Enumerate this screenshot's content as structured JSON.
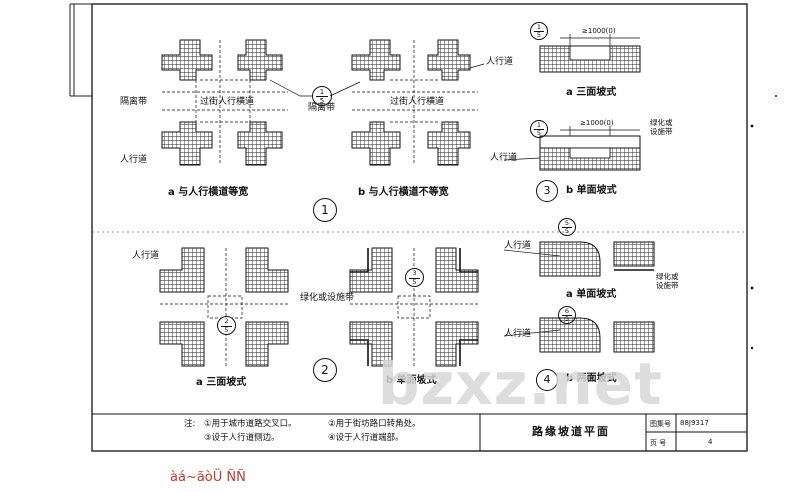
{
  "labels": {
    "sidewalk": "人行道",
    "median": "隔离带",
    "crosswalk": "过街人行横道",
    "greenbelt_left": "绿化或设施带",
    "greenbelt_right": "绿化或\n设施带",
    "dim": "≥1000(0)"
  },
  "refs": {
    "one_five_a": {
      "top": "1",
      "bottom": "5"
    },
    "one_five_b": {
      "top": "1",
      "bottom": "5"
    },
    "one_five_c": {
      "top": "1",
      "bottom": "5"
    },
    "three_five": {
      "top": "3",
      "bottom": "5"
    },
    "two_five": {
      "top": "2",
      "bottom": "5"
    },
    "five_five": {
      "top": "5",
      "bottom": "5"
    },
    "six_five": {
      "top": "6",
      "bottom": "5"
    }
  },
  "captions": {
    "p1a": "a 与人行横道等宽",
    "p1b": "b 与人行横道不等宽",
    "p3a": "a 三面坡式",
    "p3b": "b 单面坡式",
    "p2a": "a 三面坡式",
    "p2b": "b 单面坡式",
    "p4a": "a 单面坡式",
    "p4b": "b 两面坡式"
  },
  "numbers": {
    "n1": "1",
    "n2": "2",
    "n3": "3",
    "n4": "4"
  },
  "notes": {
    "prefix": "注:",
    "n1": "①用于城市道路交叉口。",
    "n2": "②用于街坊路口转角处。",
    "n3": "③设于人行道侧边。",
    "n4": "④设于人行道端部。"
  },
  "title_block": {
    "title": "路缘坡道平面",
    "atlas_label": "图集号",
    "atlas_value": "88J9317",
    "page_label": "页  号",
    "page_value": "4"
  },
  "watermark": "bzxz.net",
  "stamp": "àá~ãòÜ ÑÑ"
}
